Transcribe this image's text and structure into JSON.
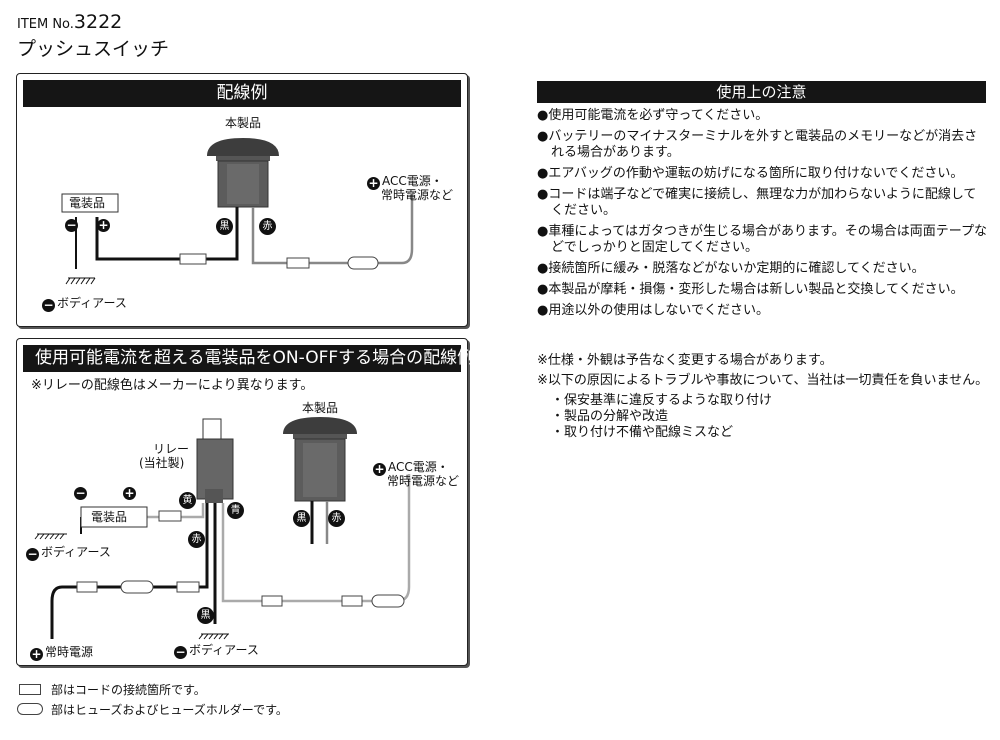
{
  "header": {
    "item_label": "ITEM No.",
    "item_number": "3222",
    "product_name": "プッシュスイッチ"
  },
  "panel1": {
    "title": "配線例",
    "product_label": "本製品",
    "device_label": "電装品",
    "acc_label_line1": "ACC電源・",
    "acc_label_line2": "常時電源など",
    "black_badge": "黒",
    "red_badge": "赤",
    "ground_label": "ボディアース"
  },
  "panel2": {
    "title": "使用可能電流を超える電装品をON-OFFする場合の配線例",
    "note": "※リレーの配線色はメーカーにより異なります。",
    "product_label": "本製品",
    "relay_label_line1": "リレー",
    "relay_label_line2": "(当社製)",
    "device_label": "電装品",
    "acc_label_line1": "ACC電源・",
    "acc_label_line2": "常時電源など",
    "yellow_badge": "黄",
    "blue_badge": "青",
    "red_badge": "赤",
    "black_badge": "黒",
    "switch_black_badge": "黒",
    "switch_red_badge": "赤",
    "ground_label_left": "ボディアース",
    "ground_label_bottom": "ボディアース",
    "constant_power_label": "常時電源"
  },
  "legend": {
    "connector": "部はコードの接続箇所です。",
    "fuse": "部はヒューズおよびヒューズホルダーです。"
  },
  "notes": {
    "title": "使用上の注意",
    "items": [
      "使用可能電流を必ず守ってください。",
      "バッテリーのマイナスターミナルを外すと電装品のメモリーなどが消去される場合があります。",
      "エアバッグの作動や運転の妨げになる箇所に取り付けないでください。",
      "コードは端子などで確実に接続し、無理な力が加わらないように配線してください。",
      "車種によってはガタつきが生じる場合があります。その場合は両面テープなどでしっかりと固定してください。",
      "接続箇所に緩み・脱落などがないか定期的に確認してください。",
      "本製品が摩耗・損傷・変形した場合は新しい製品と交換してください。",
      "用途以外の使用はしないでください。"
    ]
  },
  "specs": {
    "line1": "仕様・外観は予告なく変更する場合があります。",
    "line2": "以下の原因によるトラブルや事故について、当社は一切責任を負いません。",
    "sub_items": [
      "保安基準に違反するような取り付け",
      "製品の分解や改造",
      "取り付け不備や配線ミスなど"
    ]
  }
}
